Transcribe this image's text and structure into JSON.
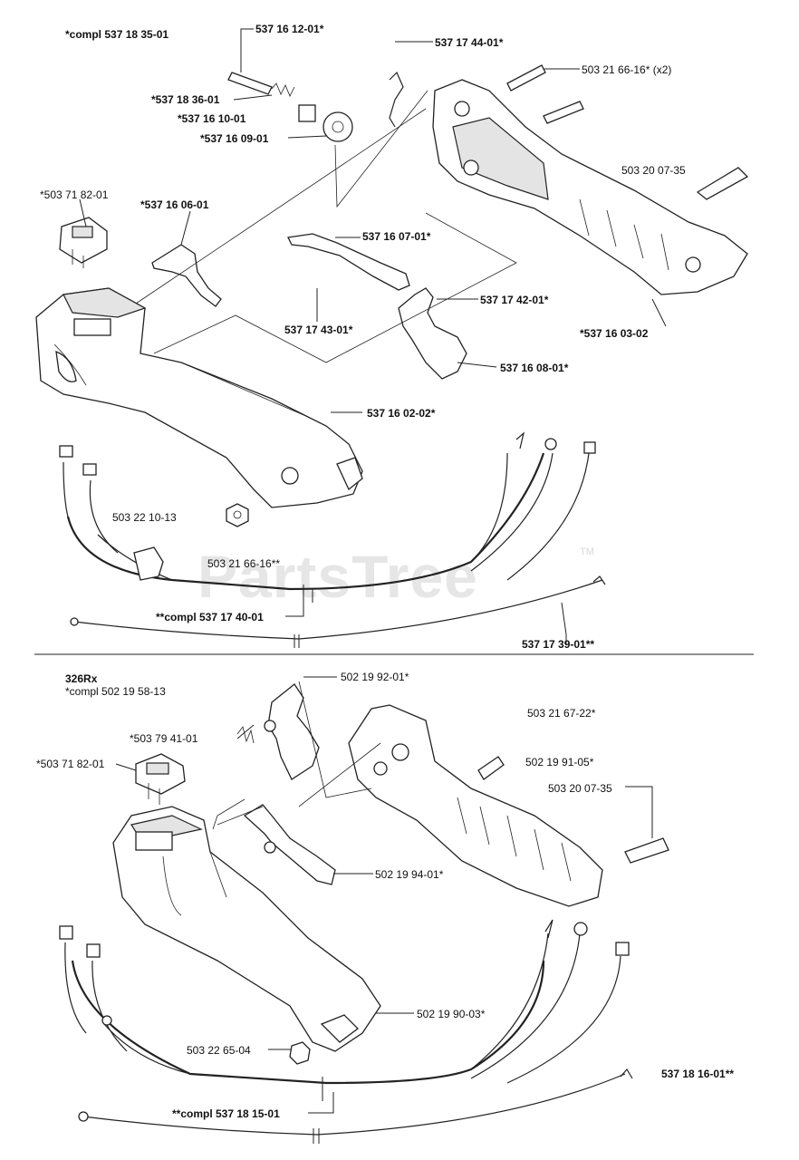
{
  "watermark": {
    "text": "PartsTree",
    "tm": "TM"
  },
  "top_section": {
    "header": "*compl 537 18 35-01",
    "labels": [
      "537 16 12-01*",
      "537 17 44-01*",
      "503 21 66-16* (x2)",
      "*537 18 36-01",
      "*537 16 10-01",
      "*537 16 09-01",
      "503 20 07-35",
      "*503 71 82-01",
      "*537 16 06-01",
      "537 16 07-01*",
      "537 17 42-01*",
      "537 17 43-01*",
      "*537 16 03-02",
      "537 16 08-01*",
      "537 16 02-02*",
      "503 22 10-13",
      "503 21 66-16**",
      "**compl 537 17 40-01",
      "537 17 39-01**"
    ]
  },
  "bottom_section": {
    "model": "326Rx",
    "header": "*compl 502 19 58-13",
    "labels": [
      "502 19 92-01*",
      "503 21 67-22*",
      "*503 79 41-01",
      "*503 71 82-01",
      "502 19 91-05*",
      "503 20 07-35",
      "502 19 94-01*",
      "502 19 90-03*",
      "503 22 65-04",
      "537 18 16-01**",
      "**compl 537 18 15-01"
    ]
  }
}
